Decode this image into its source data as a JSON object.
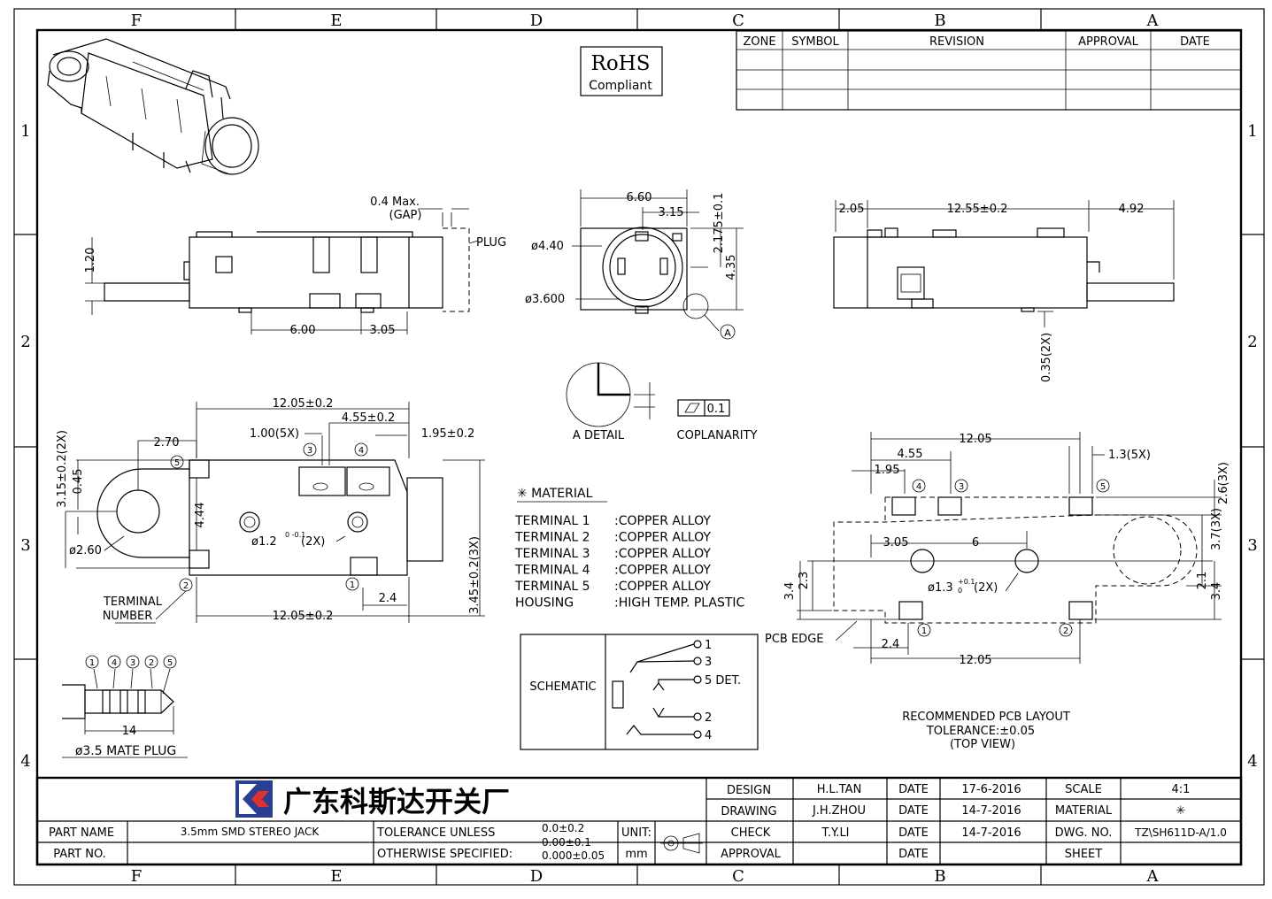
{
  "zones_columns": [
    "F",
    "E",
    "D",
    "C",
    "B",
    "A"
  ],
  "zones_rows": [
    "1",
    "2",
    "3",
    "4"
  ],
  "rohs": {
    "title": "RoHS",
    "subtitle": "Compliant"
  },
  "revision_table": {
    "headers": [
      "ZONE",
      "SYMBOL",
      "REVISION",
      "APPROVAL",
      "DATE"
    ]
  },
  "side_view": {
    "gap": "0.4 Max.",
    "gap_sub": "(GAP)",
    "plug": "PLUG",
    "height": "1.20",
    "dim_a": "6.00",
    "dim_b": "3.05"
  },
  "front_view": {
    "width": "6.60",
    "half": "3.15",
    "h1": "2.175±0.1",
    "h2": "4.35",
    "d1": "ø4.40",
    "d2": "ø3.600",
    "ref": "A"
  },
  "rear_view": {
    "left": "2.05",
    "mid": "12.55±0.2",
    "right": "4.92",
    "standoff": "0.35(2X)"
  },
  "detail": {
    "label": "A DETAIL",
    "coplanarity": "COPLANARITY",
    "tol": "0.1"
  },
  "top_view": {
    "overall": "12.05±0.2",
    "d_455": "4.55±0.2",
    "pitch": "1.00(5X)",
    "d_195": "1.95±0.2",
    "d_270": "2.70",
    "left_v": "3.15±0.2(2X)",
    "left_v2": "0.45",
    "mid_v": "4.44",
    "right_v": "3.45±0.2(3X)",
    "hole_d": "ø2.60",
    "pin_hole": "ø1.2",
    "pin_hole_tol": "0\n-0.1",
    "pin_hole_qty": "(2X)",
    "d_24": "2.4",
    "terminal": "TERMINAL",
    "number": "NUMBER",
    "bottom": "12.05±0.2",
    "pins": [
      "1",
      "2",
      "3",
      "4",
      "5"
    ]
  },
  "material": {
    "title": "✳ MATERIAL",
    "rows": [
      {
        "part": "TERMINAL 1",
        "mat": ":COPPER ALLOY"
      },
      {
        "part": "TERMINAL 2",
        "mat": ":COPPER ALLOY"
      },
      {
        "part": "TERMINAL 3",
        "mat": ":COPPER ALLOY"
      },
      {
        "part": "TERMINAL 4",
        "mat": ":COPPER ALLOY"
      },
      {
        "part": "TERMINAL 5",
        "mat": ":COPPER ALLOY"
      },
      {
        "part": "HOUSING",
        "mat": ":HIGH TEMP. PLASTIC"
      }
    ]
  },
  "schematic": {
    "label": "SCHEMATIC",
    "pins": [
      "1",
      "3",
      "5 DET.",
      "2",
      "4"
    ]
  },
  "pcb": {
    "w": "12.05",
    "d455": "4.55",
    "d195": "1.95",
    "pitch": "1.3(5X)",
    "d305": "3.05",
    "d6": "6",
    "v26": "2.6(3X)",
    "v37": "3.7(3X)",
    "v34a": "3.4",
    "v23": "2.3",
    "v21": "2.1",
    "v34b": "3.4",
    "hole": "ø1.3",
    "hole_tol_top": "+0.1",
    "hole_tol_bot": "0",
    "hole_qty": "(2X)",
    "edge": "PCB EDGE",
    "d24": "2.4",
    "bottom": "12.05",
    "caption1": "RECOMMENDED PCB LAYOUT",
    "caption2": "TOLERANCE:±0.05",
    "caption3": "(TOP VIEW)"
  },
  "plug": {
    "order": [
      "1",
      "4",
      "3",
      "2",
      "5"
    ],
    "len": "14",
    "label": "ø3.5 MATE PLUG"
  },
  "title_block": {
    "company": "广东科斯达开关厂",
    "design_l": "DESIGN",
    "design_v": "H.L.TAN",
    "design_date": "17-6-2016",
    "drawing_l": "DRAWING",
    "drawing_v": "J.H.ZHOU",
    "drawing_date": "14-7-2016",
    "check_l": "CHECK",
    "check_v": "T.Y.LI",
    "check_date": "14-7-2016",
    "approval_l": "APPROVAL",
    "date_l": "DATE",
    "scale_l": "SCALE",
    "scale_v": "4:1",
    "material_l": "MATERIAL",
    "material_v": "✳",
    "dwg_l": "DWG. NO.",
    "dwg_v": "TZ\\SH611D-A/1.0",
    "sheet_l": "SHEET",
    "part_name_l": "PART NAME",
    "part_name_v": "3.5mm SMD STEREO JACK",
    "part_no_l": "PART NO.",
    "tol1": "TOLERANCE UNLESS",
    "tol2": "OTHERWISE SPECIFIED:",
    "tv1": "0.0±0.2",
    "tv2": "0.00±0.1",
    "tv3": "0.000±0.05",
    "unit_l": "UNIT:",
    "unit_v": "mm"
  }
}
